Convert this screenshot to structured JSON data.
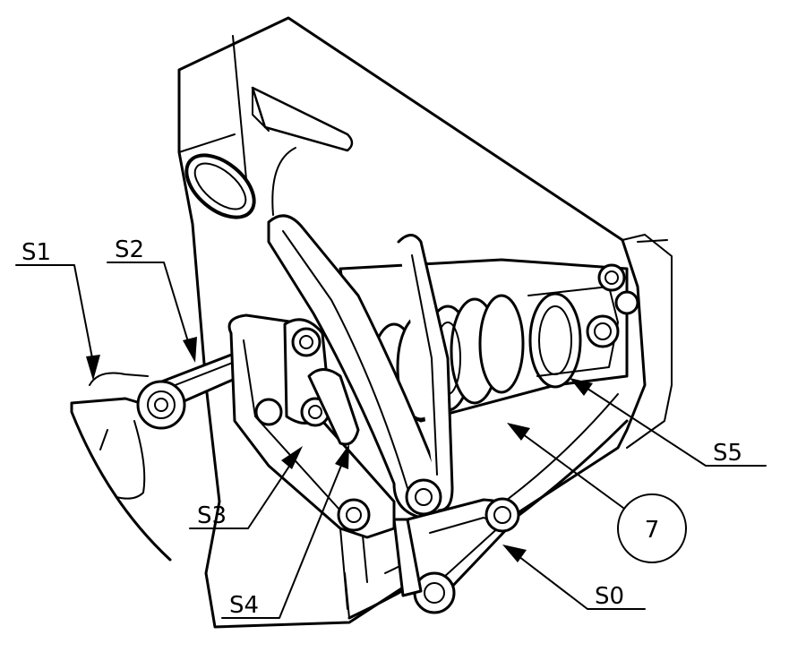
{
  "callouts": {
    "s1": "S1",
    "s2": "S2",
    "s3": "S3",
    "s4": "S4",
    "s5": "S5",
    "s0": "S0",
    "balloon_7": "7"
  }
}
